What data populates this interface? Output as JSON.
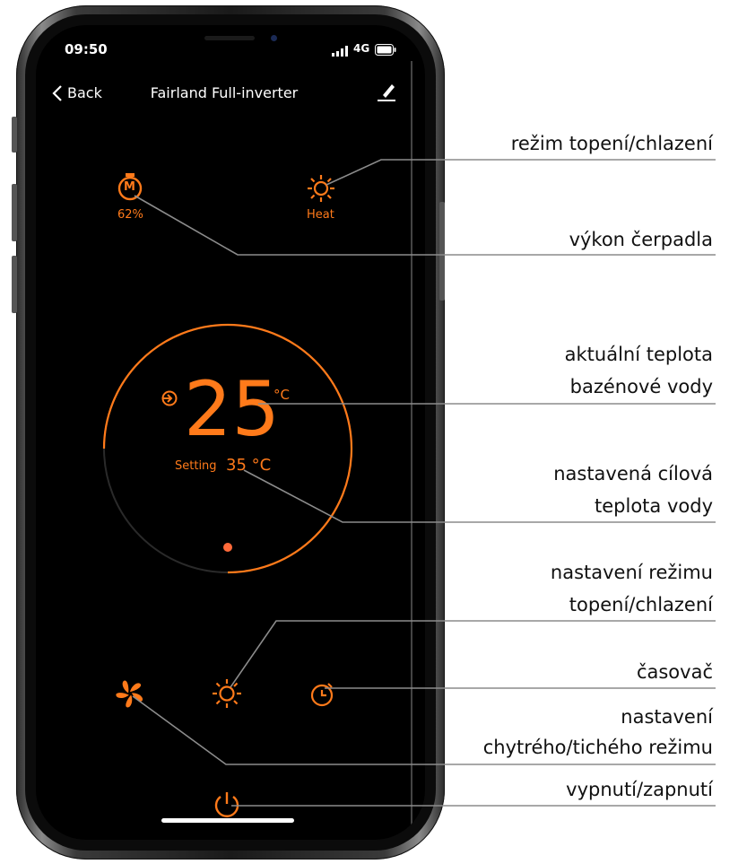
{
  "status_bar": {
    "time": "09:50",
    "network": "4G"
  },
  "nav": {
    "back_label": "Back",
    "title": "Fairland Full-inverter"
  },
  "pump": {
    "icon": "motor-m-icon",
    "letter": "M",
    "value": "62%"
  },
  "mode": {
    "icon": "sun-icon",
    "value": "Heat"
  },
  "dial": {
    "current_temp": "25",
    "unit": "°C",
    "setting_label": "Setting",
    "setting_value": "35 °C"
  },
  "controls": {
    "fan_icon": "fan-icon",
    "mode_icon": "sun-icon",
    "timer_icon": "timer-icon",
    "power_icon": "power-icon"
  },
  "colors": {
    "accent": "#ff7a1a",
    "screen": "#000000",
    "callout_line": "#8c8c8c"
  },
  "annotations": [
    "režim topení/chlazení",
    "výkon čerpadla",
    "aktuální teplota",
    "bazénové vody",
    "nastavená cílová",
    "teplota vody",
    "nastavení režimu",
    "topení/chlazení",
    "časovač",
    "nastavení",
    "chytrého/tichého režimu",
    "vypnutí/zapnutí"
  ]
}
